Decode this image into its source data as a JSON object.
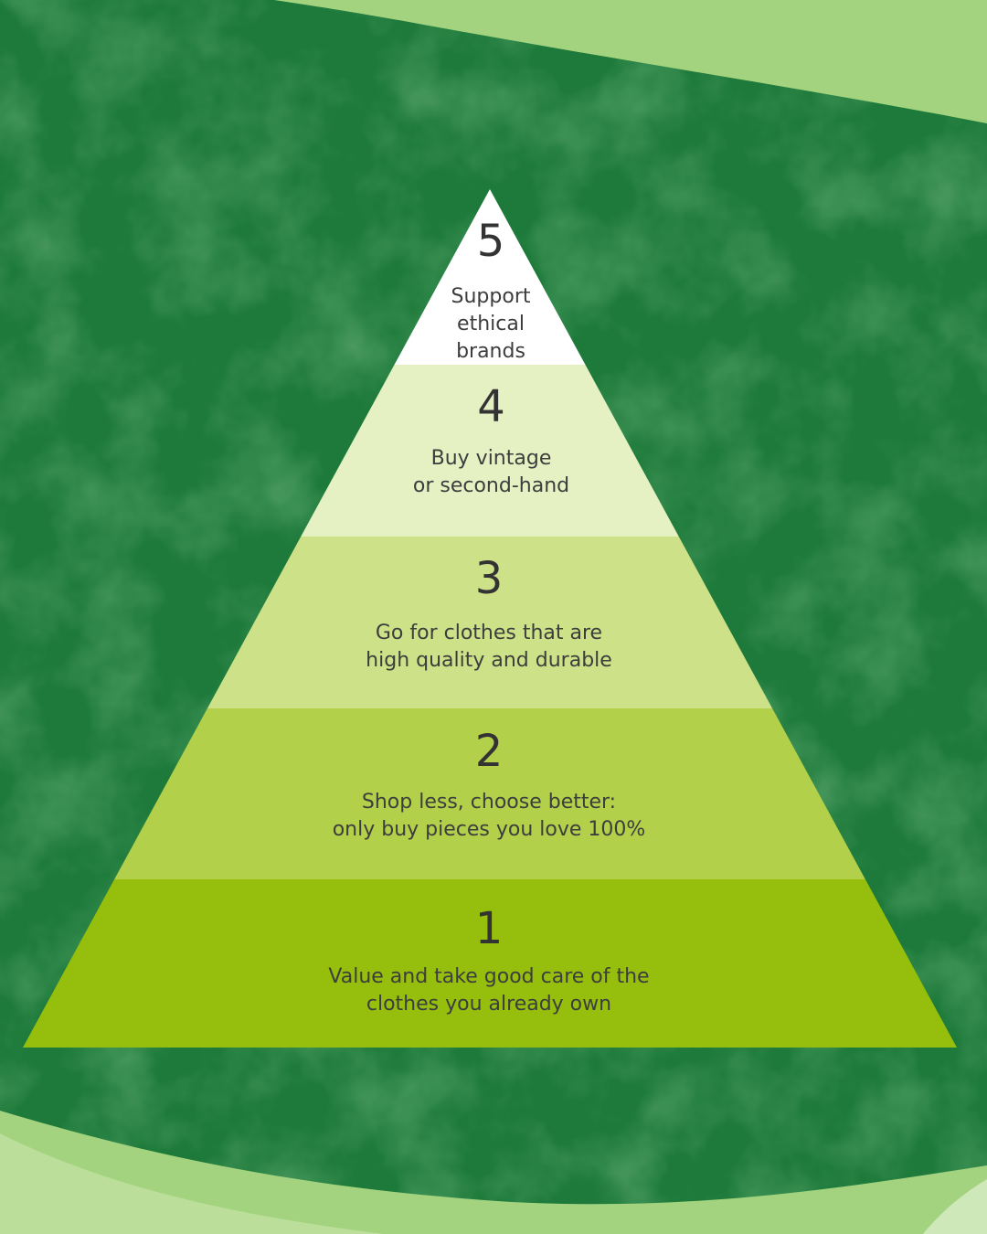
{
  "colors": {
    "background_dark": "#1d7a3a",
    "background_mid": "#25883f",
    "background_light": "#a3d37e",
    "background_pale": "#c4e3a8",
    "text": "#3d3d3d",
    "number": "#333333"
  },
  "pyramid": {
    "tiers": [
      {
        "number": "1",
        "label": "Value and take good care of the\nclothes you already own",
        "color": "#96bf0d"
      },
      {
        "number": "2",
        "label": "Shop less, choose better:\nonly buy pieces you love 100%",
        "color": "#b2d04a"
      },
      {
        "number": "3",
        "label": "Go for clothes that are\nhigh quality and durable",
        "color": "#cde188"
      },
      {
        "number": "4",
        "label": "Buy vintage\nor second-hand",
        "color": "#e5f1c3"
      },
      {
        "number": "5",
        "label": "Support\nethical\nbrands",
        "color": "#ffffff"
      }
    ]
  }
}
